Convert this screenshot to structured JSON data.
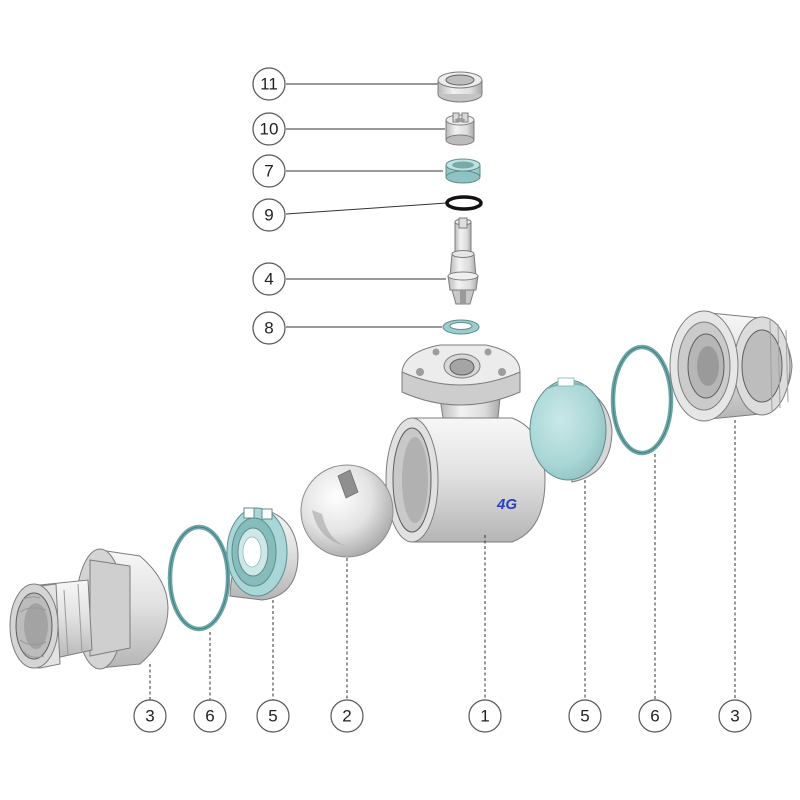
{
  "diagram": {
    "callouts_top": [
      "11",
      "10",
      "7",
      "9",
      "4",
      "8"
    ],
    "callouts_bottom": [
      "3",
      "6",
      "5",
      "2",
      "1",
      "5",
      "6",
      "3"
    ],
    "logo_text": "4G"
  },
  "colors": {
    "metal_light": "#eeeeee",
    "metal_mid": "#cfcfcf",
    "metal_shadow": "#a9a9a9",
    "seat_teal": "#a9d6d6",
    "oring_teal": "#6aa6a8",
    "oring_black": "#111111",
    "logo_blue": "#2a3fbf"
  }
}
